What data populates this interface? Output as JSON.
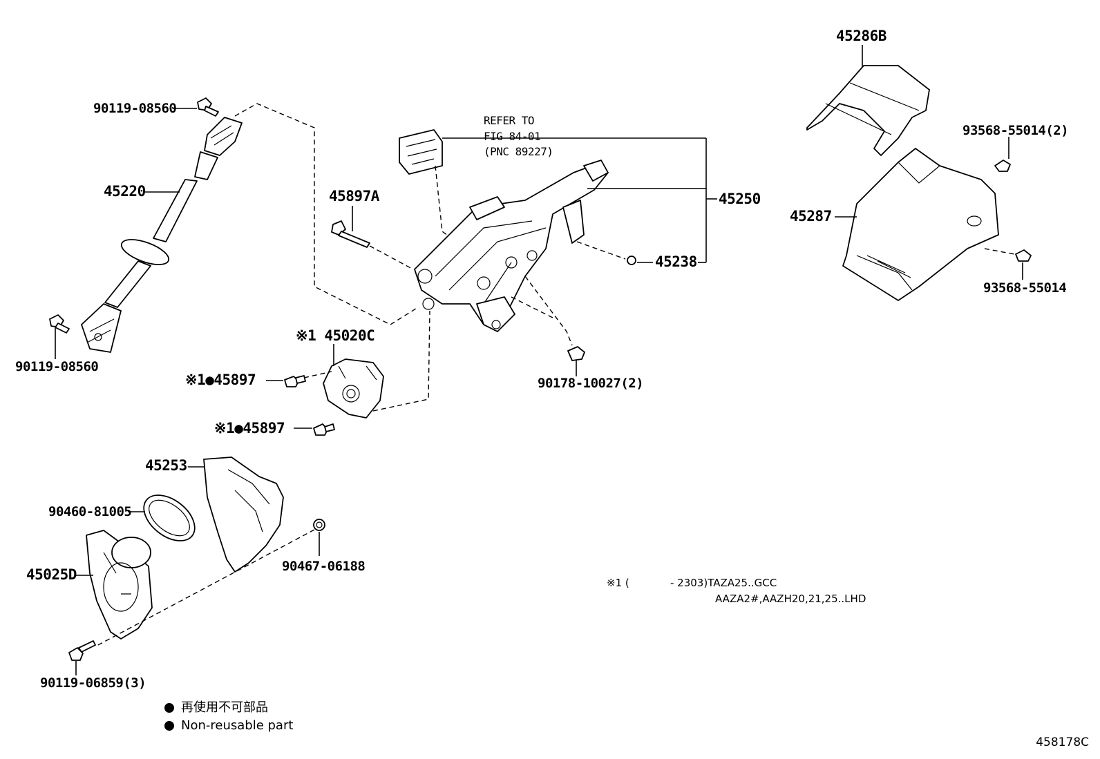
{
  "labels": {
    "p_90119_08560_top": "90119-08560",
    "p_45220": "45220",
    "p_90119_08560_bot": "90119-08560",
    "refer_to": "REFER TO",
    "fig_84_01": "FIG 84-01",
    "pnc": "(PNC 89227)",
    "p_45897a": "45897A",
    "p_45250": "45250",
    "p_45238": "45238",
    "p_45020c": "※1 45020C",
    "p_45897_upper": "※1●45897",
    "p_45897_lower": "※1●45897",
    "p_90178": "90178-10027(2)",
    "p_45286b": "45286B",
    "p_93568_2": "93568-55014(2)",
    "p_45287": "45287",
    "p_93568": "93568-55014",
    "p_45253": "45253",
    "p_90460": "90460-81005",
    "p_45025d": "45025D",
    "p_90467": "90467-06188",
    "p_90119_06859": "90119-06859(3)"
  },
  "footnote": {
    "line1_mark": "※1 (",
    "line1_range": "- 2303)TAZA25..GCC",
    "line2": "AAZA2#,AAZH20,21,25..LHD"
  },
  "legend": {
    "jp": "再使用不可部品",
    "en": "Non-reusable part"
  },
  "figure_number": "458178C",
  "icons": {
    "legend_marker": "filled-circle"
  }
}
